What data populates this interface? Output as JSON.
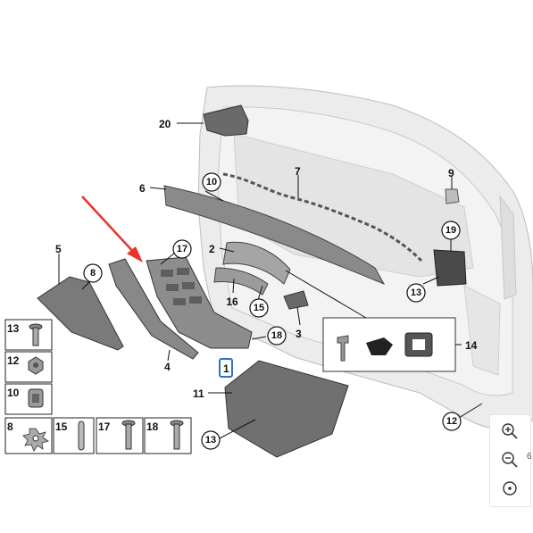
{
  "diagram": {
    "part_labels": {
      "p1": "1",
      "p2": "2",
      "p3": "3",
      "p4": "4",
      "p5": "5",
      "p6": "6",
      "p7": "7",
      "p8": "8",
      "p9": "9",
      "p10": "10",
      "p11": "11",
      "p12": "12",
      "p13": "13",
      "p14": "14",
      "p15": "15",
      "p16": "16",
      "p17": "17",
      "p18": "18",
      "p19": "19",
      "p20": "20"
    },
    "legend": {
      "items": [
        "13",
        "12",
        "10",
        "8",
        "15",
        "17",
        "18"
      ]
    },
    "highlight_label": "1"
  },
  "zoom_controls": {
    "zoom_in": "zoom-in-icon",
    "zoom_out": "zoom-out-icon",
    "reset": "reset-view-icon",
    "side_text": "6"
  },
  "colors": {
    "arrow": "#e8322a",
    "highlight": "#2c6fd6",
    "door_fill": "#e9e9e9",
    "part_dark": "#6e6e6e"
  }
}
